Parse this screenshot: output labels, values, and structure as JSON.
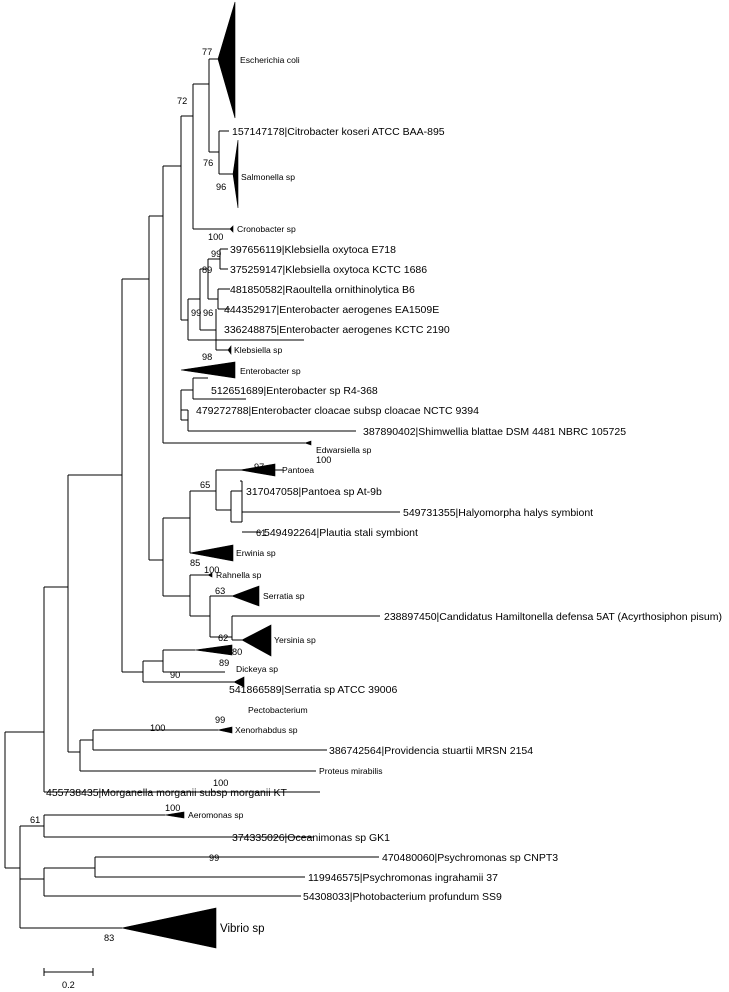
{
  "tips": {
    "escherichia_coli": "Escherichia coli",
    "citrobacter_koseri": "157147178|Citrobacter koseri ATCC BAA-895",
    "salmonella": "Salmonella sp",
    "cronobacter": "Cronobacter sp",
    "klebsiella_oxytoca_e718": "397656119|Klebsiella oxytoca E718",
    "klebsiella_oxytoca_kctc": "375259147|Klebsiella oxytoca KCTC 1686",
    "raoultella": "481850582|Raoultella ornithinolytica B6",
    "enterobacter_aerogenes_ea": "444352917|Enterobacter aerogenes EA1509E",
    "enterobacter_aerogenes_kctc": "336248875|Enterobacter aerogenes KCTC 2190",
    "klebsiella": "Klebsiella sp",
    "enterobacter": "Enterobacter sp",
    "enterobacter_r4": "512651689|Enterobacter sp R4-368",
    "enterobacter_cloacae": "479272788|Enterobacter cloacae subsp cloacae NCTC 9394",
    "shimwellia": "387890402|Shimwellia blattae DSM 4481 NBRC 105725",
    "edwarsiella": "Edwarsiella sp",
    "pantoea": "Pantoea",
    "pantoea_at9b": "317047058|Pantoea sp At-9b",
    "halyomorpha": "549731355|Halyomorpha halys symbiont",
    "plautia": "549492264|Plautia stali symbiont",
    "erwinia": "Erwinia sp",
    "rahnella": "Rahnella sp",
    "serratia": "Serratia sp",
    "hamiltonella": "238897450|Candidatus Hamiltonella defensa 5AT (Acyrthosiphon pisum)",
    "yersinia": "Yersinia sp",
    "dickeya": "Dickeya sp",
    "serratia_atcc": "541866589|Serratia sp ATCC 39006",
    "pectobacterium": "Pectobacterium",
    "xenorhabdus": "Xenorhabdus sp",
    "providencia": "386742564|Providencia stuartii MRSN 2154",
    "proteus": "Proteus mirabilis",
    "morganella": "455738435|Morganella morganii subsp morganii KT",
    "aeromonas": "Aeromonas sp",
    "oceanimonas": "374335026|Oceanimonas sp GK1",
    "psychromonas_cnpt3": "470480060|Psychromonas sp CNPT3",
    "psychromonas_ingrahamii": "119946575|Psychromonas ingrahamii 37",
    "photobacterium": "54308033|Photobacterium profundum SS9",
    "vibrio": "Vibrio sp"
  },
  "bootstrap": {
    "ecoli_node": "77",
    "ecoli_citro_salm": "72",
    "citro_salm": "76",
    "salmonella_node": "96",
    "cronobacter": "100",
    "klebsiella_oxytoca": "99",
    "klebsiella_raoultella": "89",
    "aerogenes_a": "99",
    "aerogenes_b": "96",
    "klebsiella_node": "98",
    "edwarsiella": "100",
    "pantoea": "97",
    "pantoea_group": "65",
    "symbionts": "61",
    "erwinia": "85",
    "rahnella": "100",
    "serratia": "63",
    "yersinia_hamiltonella": "62",
    "yersinia": "80",
    "dickeya": "89",
    "dickeya_serratia": "90",
    "xenorhabdus_group": "100",
    "xenorhabdus": "99",
    "morganella": "100",
    "aeromonas": "100",
    "aeromonas_oceanimonas": "61",
    "psychromonas": "99",
    "vibrio": "83"
  },
  "scale_bar": {
    "label": "0.2"
  }
}
